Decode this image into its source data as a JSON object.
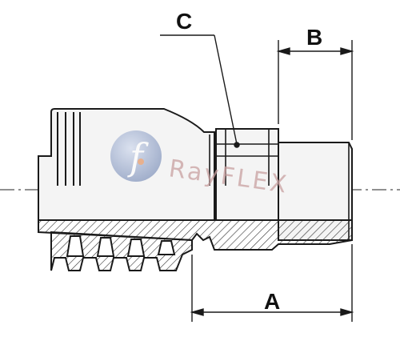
{
  "labels": {
    "a": "A",
    "b": "B",
    "c": "C"
  },
  "watermark": {
    "text": "RayFLEX",
    "logo_letter": "f"
  },
  "colors": {
    "line": "#1a1a1a",
    "body_fill": "#f2f2f2",
    "hatch": "#333333",
    "watermark_blue": "#5a73a8",
    "watermark_orange": "#e07a3a"
  }
}
